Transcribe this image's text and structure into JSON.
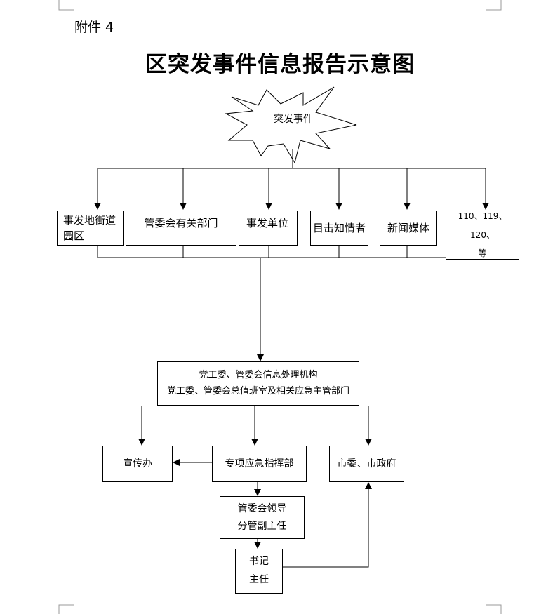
{
  "header": {
    "attachment": "附件 4",
    "title": "区突发事件信息报告示意图"
  },
  "burst": {
    "label": "突发事件"
  },
  "sources": [
    {
      "line1": "事发地街道",
      "line2": "园区"
    },
    {
      "line1": "管委会有关部门"
    },
    {
      "line1": "事发单位"
    },
    {
      "line1": "目击知情者"
    },
    {
      "line1": "新闻媒体"
    },
    {
      "line1": "110、119、120、",
      "line2": "等"
    }
  ],
  "central": {
    "line1": "党工委、管委会信息处理机构",
    "line2": "党工委、管委会总值班室及相关应急主管部门"
  },
  "propaganda": {
    "label": "宣传办"
  },
  "special_command": {
    "label": "专项应急指挥部"
  },
  "city": {
    "label": "市委、市政府"
  },
  "leaders": {
    "line1": "管委会领导",
    "line2": "分管副主任"
  },
  "secretary": {
    "line1": "书记",
    "line2": "主任"
  }
}
